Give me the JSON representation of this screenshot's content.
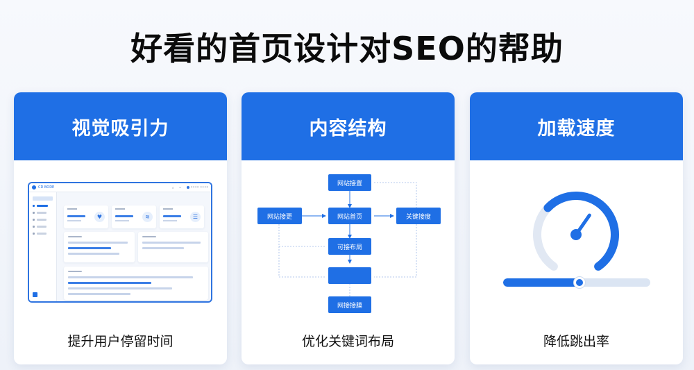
{
  "title": "好看的首页设计对SEO的帮助",
  "cards": [
    {
      "header": "视觉吸引力",
      "caption": "提升用户停留时间",
      "dashboard": {
        "brand": "CD BODE",
        "topbar_text": "•••• ••••"
      }
    },
    {
      "header": "内容结构",
      "caption": "优化关键词布局",
      "flow": {
        "top": "网站接置",
        "left": "网站接更",
        "center": "网站首页",
        "right": "关键接度",
        "middle": "可接布局",
        "lower": "",
        "bottom": "网接接膜"
      }
    },
    {
      "header": "加载速度",
      "caption": "降低跳出率",
      "gauge": {
        "level": 0.62
      },
      "slider": {
        "level": 0.52
      }
    }
  ],
  "colors": {
    "accent": "#1f6fe5",
    "light": "#dbe5f3",
    "background": "#f2f5fb"
  },
  "icons": {
    "gauge": "speedometer-icon",
    "stat1": "heart-icon",
    "stat2": "layers-icon",
    "stat3": "stack-icon"
  }
}
